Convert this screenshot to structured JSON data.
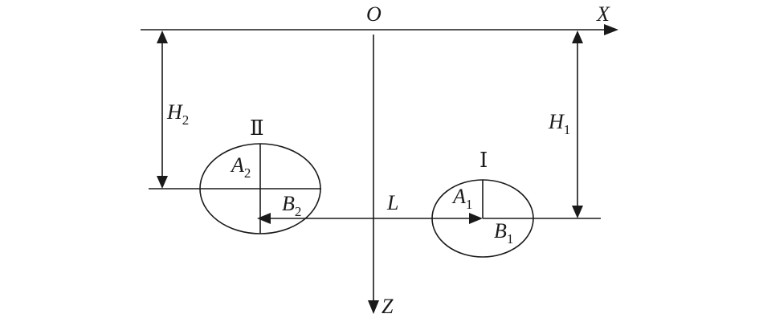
{
  "axes": {
    "origin": "O",
    "x": "X",
    "z": "Z"
  },
  "labels": {
    "separation": "L",
    "depth_1": {
      "main": "H",
      "sub": "1"
    },
    "depth_2": {
      "main": "H",
      "sub": "2"
    },
    "axis_a1": {
      "main": "A",
      "sub": "1"
    },
    "axis_b1": {
      "main": "B",
      "sub": "1"
    },
    "axis_a2": {
      "main": "A",
      "sub": "2"
    },
    "axis_b2": {
      "main": "B",
      "sub": "2"
    }
  },
  "bodies": {
    "body_1": "Ⅰ",
    "body_2": "Ⅱ"
  }
}
